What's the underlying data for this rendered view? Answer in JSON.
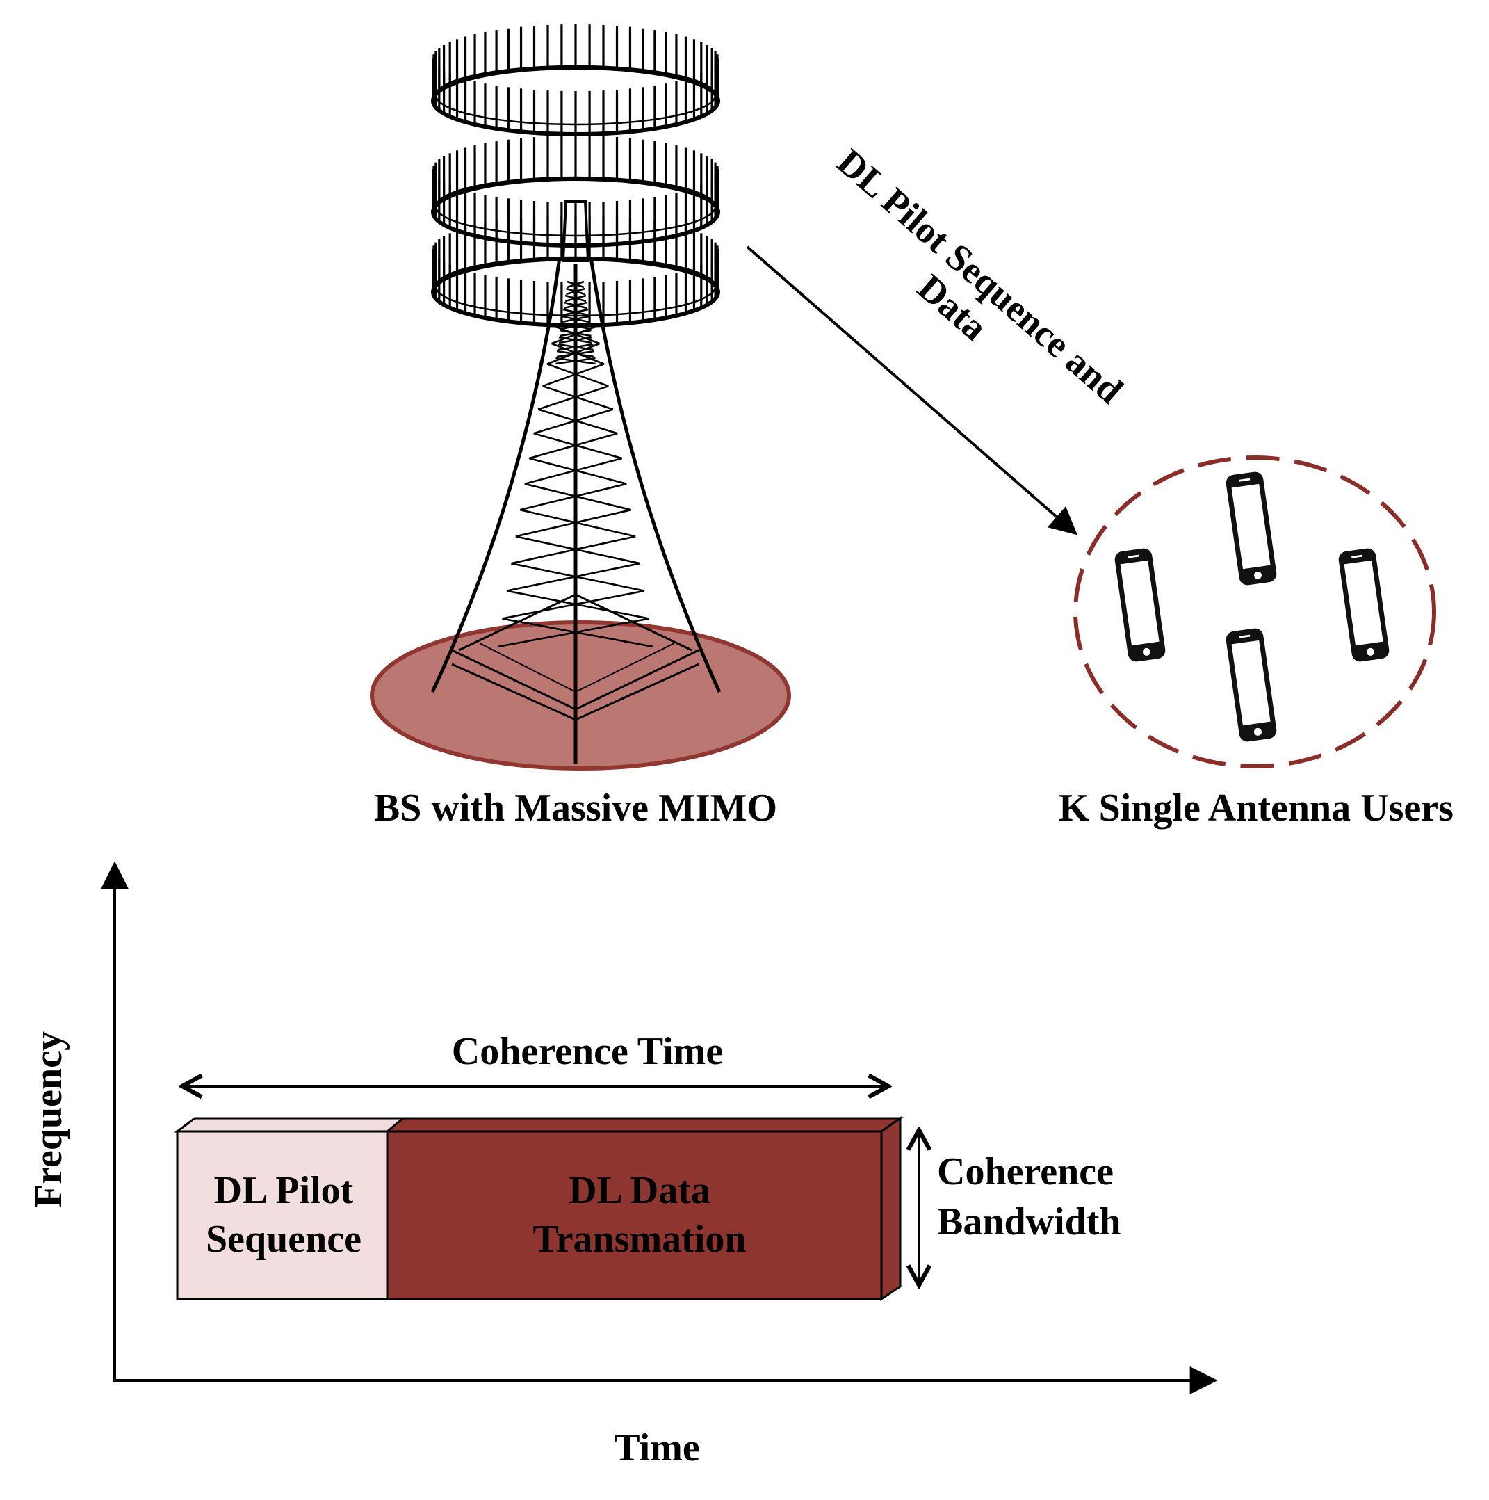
{
  "labels": {
    "bs": "BS with Massive MIMO",
    "users": "K Single Antenna Users",
    "link_line1": "DL Pilot Sequence and",
    "link_line2": "Data",
    "coherence_time": "Coherence Time",
    "coherence_bw_line1": "Coherence",
    "coherence_bw_line2": "Bandwidth",
    "pilot_line1": "DL Pilot",
    "pilot_line2": "Sequence",
    "data_line1": "DL Data",
    "data_line2": "Transmation",
    "axis_x": "Time",
    "axis_y": "Frequency"
  },
  "colors": {
    "pilot_block": "#f2dede",
    "data_block": "#8e3530",
    "ground_disc": "#b8706a",
    "ground_edge": "#8b2d28",
    "user_circle": "#8b2d28",
    "line": "#000000"
  },
  "icons": {
    "tower": "antenna-tower-icon",
    "phone": "smartphone-icon"
  }
}
